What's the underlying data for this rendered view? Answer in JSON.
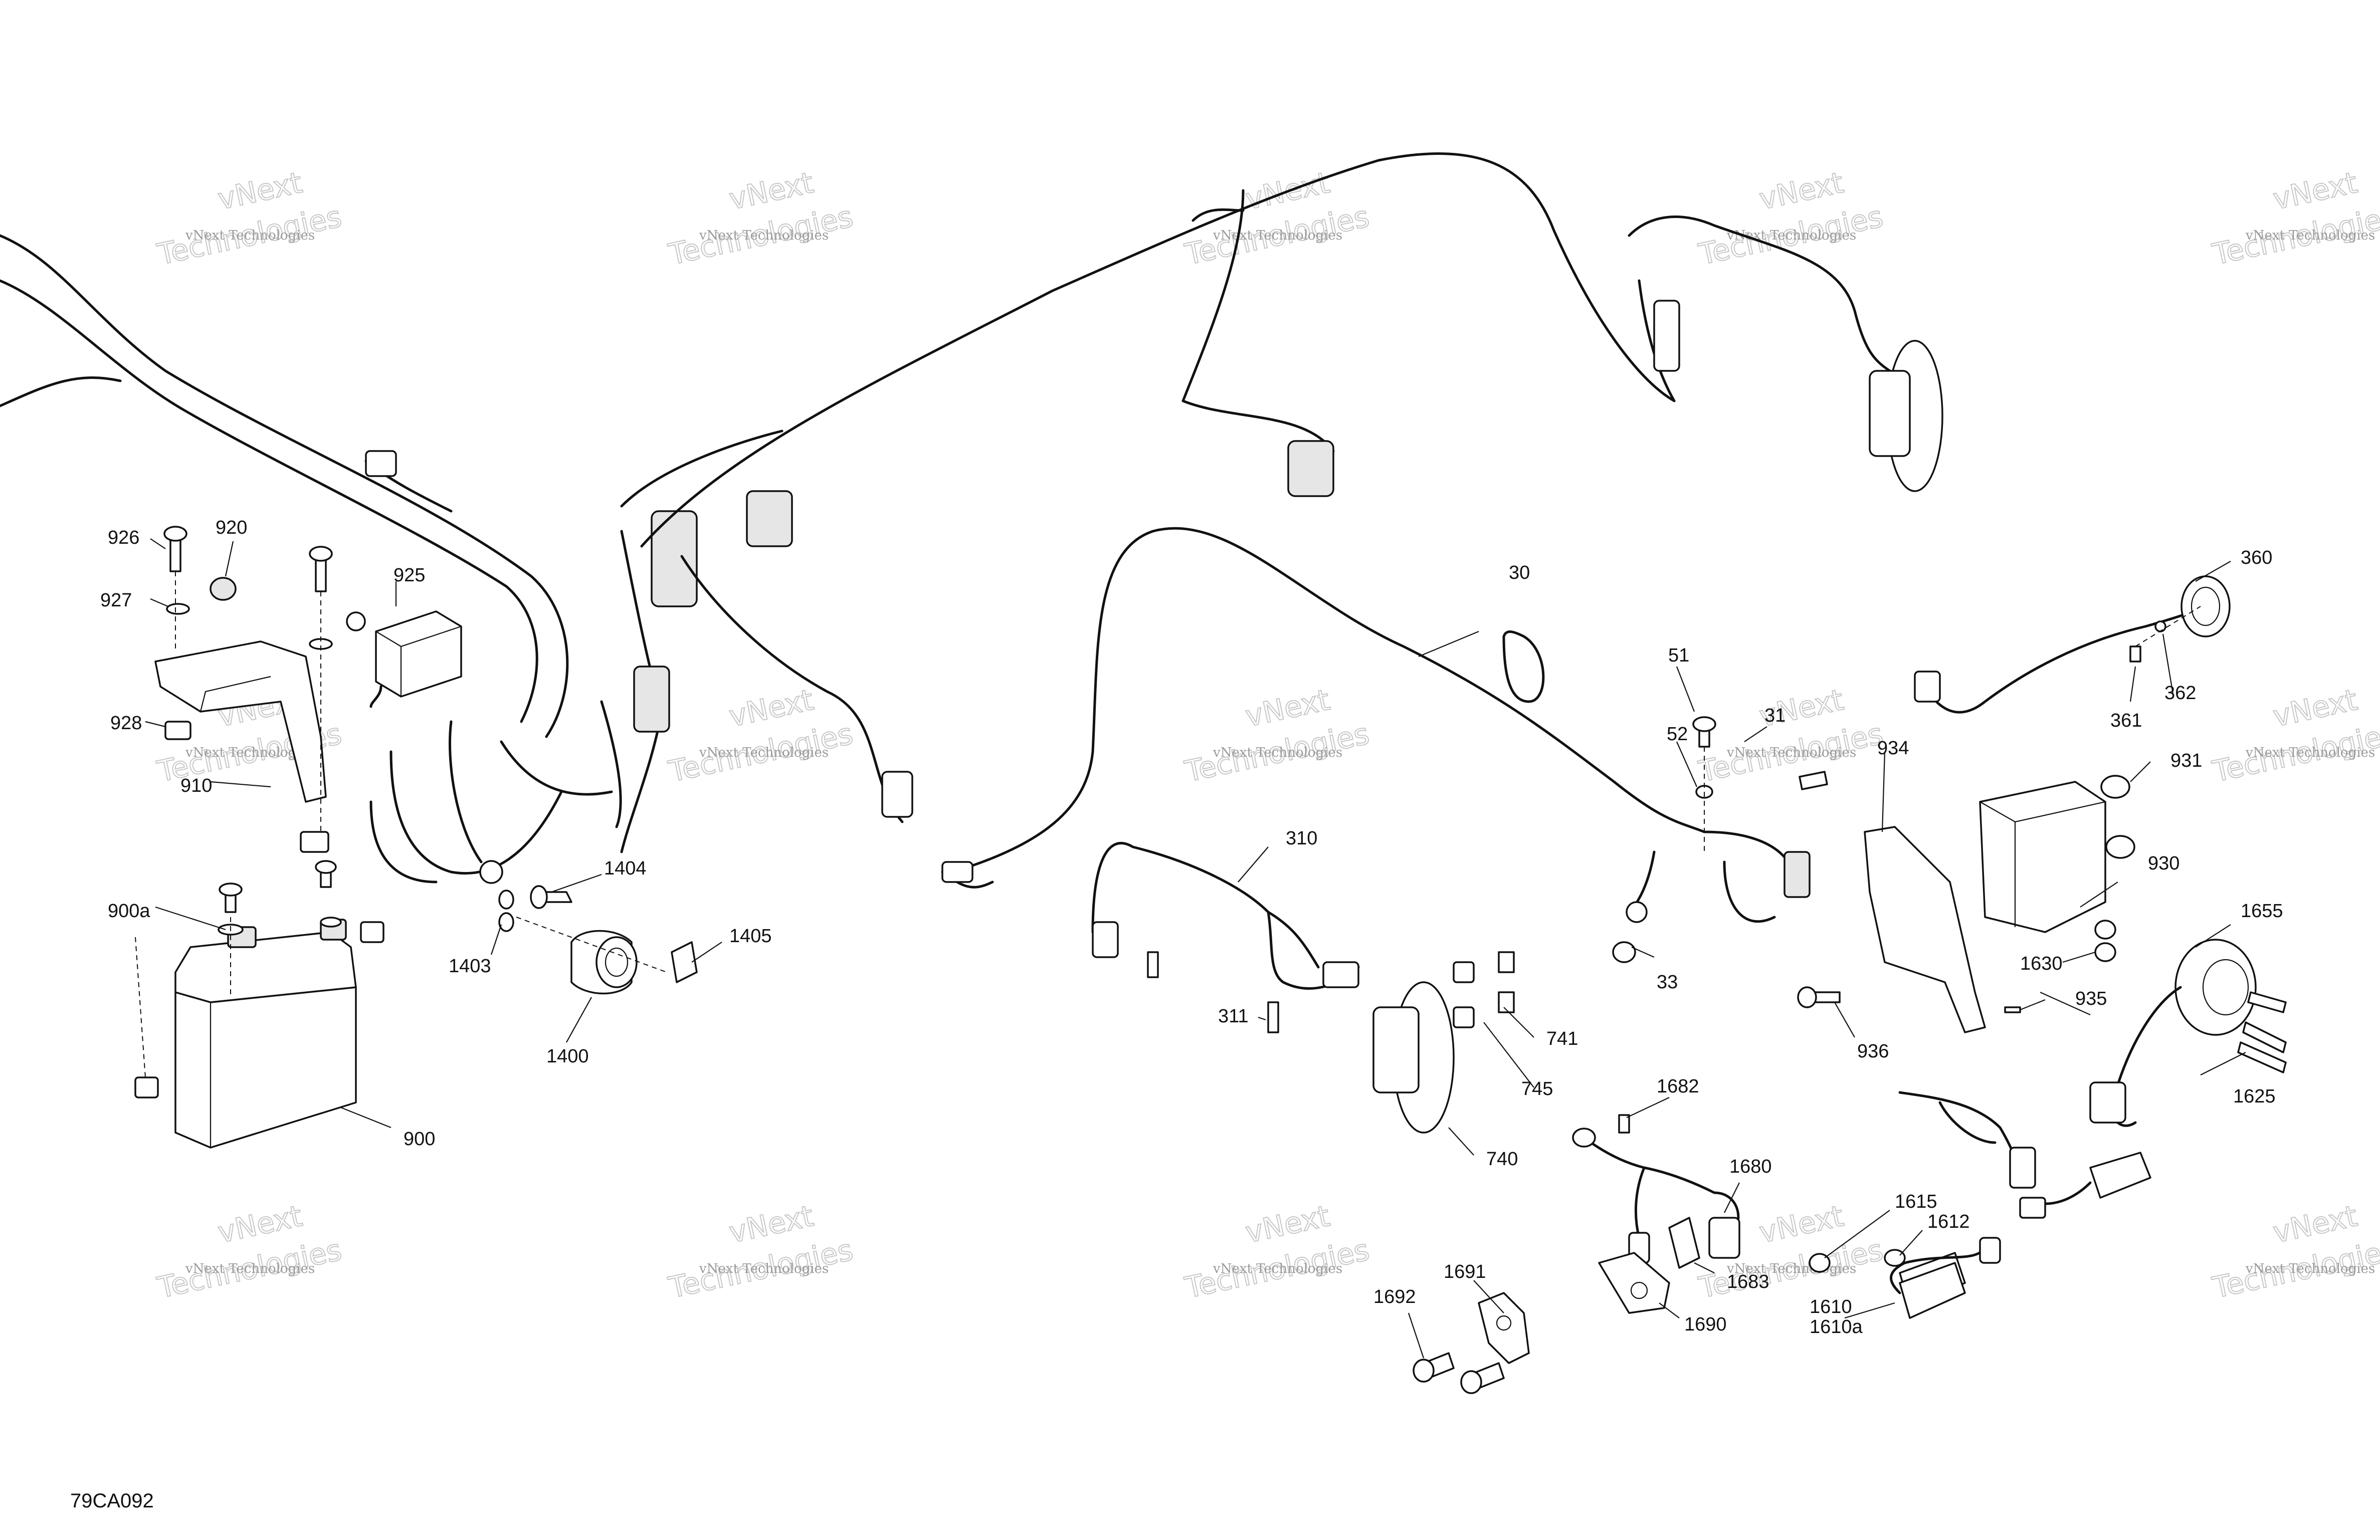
{
  "diagram_id": "79CA092",
  "watermark": {
    "small_text": "vNext Technologies",
    "big_line1": "vNext",
    "big_line2": "Technologies"
  },
  "callouts": {
    "c30": "30",
    "c31": "31",
    "c33": "33",
    "c51": "51",
    "c52": "52",
    "c310": "310",
    "c311": "311",
    "c360": "360",
    "c361": "361",
    "c362": "362",
    "c740": "740",
    "c741": "741",
    "c745": "745",
    "c900": "900",
    "c900a": "900a",
    "c910": "910",
    "c920": "920",
    "c925": "925",
    "c926": "926",
    "c927": "927",
    "c928": "928",
    "c930": "930",
    "c931": "931",
    "c934": "934",
    "c935": "935",
    "c936": "936",
    "c1400": "1400",
    "c1403": "1403",
    "c1404": "1404",
    "c1405": "1405",
    "c1610": "1610",
    "c1610a": "1610a",
    "c1612": "1612",
    "c1615": "1615",
    "c1625": "1625",
    "c1630": "1630",
    "c1655": "1655",
    "c1680": "1680",
    "c1682": "1682",
    "c1683": "1683",
    "c1690": "1690",
    "c1691": "1691",
    "c1692": "1692"
  }
}
